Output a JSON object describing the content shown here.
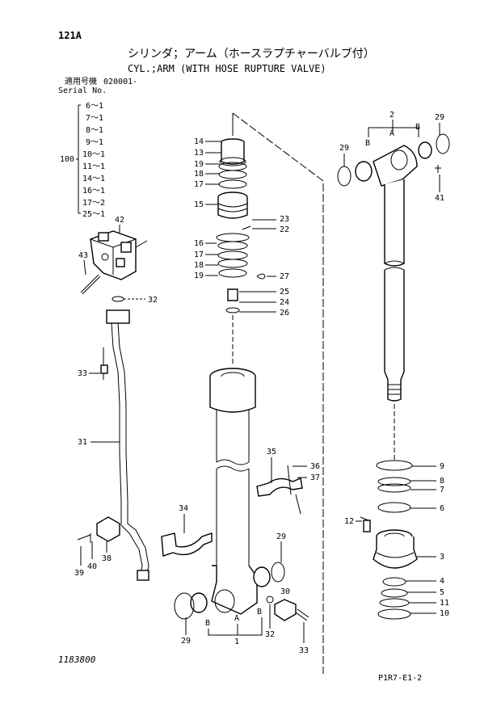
{
  "header": {
    "page_code": "121A",
    "title_jp": "シリンダ；アーム（ホースラプチャーバルブ付）",
    "title_en": "CYL.;ARM (WITH HOSE RUPTURE VALVE)",
    "serial_label_jp": "適用号機",
    "serial_value": "020001-",
    "serial_label_en": "Serial No."
  },
  "qty_table": {
    "group_label": "100",
    "rows": [
      "6～1",
      "7～1",
      "8～1",
      "9～1",
      "10～1",
      "11～1",
      "14～1",
      "16～1",
      "17～2",
      "25～1"
    ]
  },
  "callouts": {
    "c1": "1",
    "c2": "2",
    "c3": "3",
    "c4": "4",
    "c5": "5",
    "c6": "6",
    "c7": "7",
    "c8": "8",
    "c9a": "9",
    "c10": "10",
    "c11": "11",
    "c12": "12",
    "c13": "13",
    "c14": "14",
    "c15": "15",
    "c16": "16",
    "c17a": "17",
    "c17b": "17",
    "c18a": "18",
    "c18b": "18",
    "c19a": "19",
    "c19b": "19",
    "c22": "22",
    "c23": "23",
    "c24": "24",
    "c25": "25",
    "c26": "26",
    "c27": "27",
    "c29a": "29",
    "c29b": "29",
    "c29c": "29",
    "c29d": "29",
    "c30": "30",
    "c31": "31",
    "c32a": "32",
    "c32b": "32",
    "c33a": "33",
    "c33b": "33",
    "c34": "34",
    "c35": "35",
    "c36": "36",
    "c37": "37",
    "c38": "38",
    "c39": "39",
    "c40": "40",
    "c41": "41",
    "c42": "42",
    "c43": "43",
    "bA1": "B",
    "bA2": "A",
    "bA3": "B",
    "bB1": "B",
    "bB2": "A",
    "bB3": "B"
  },
  "footer": {
    "drawing_no": "1183800",
    "page_ref": "P1R7-E1-2"
  }
}
